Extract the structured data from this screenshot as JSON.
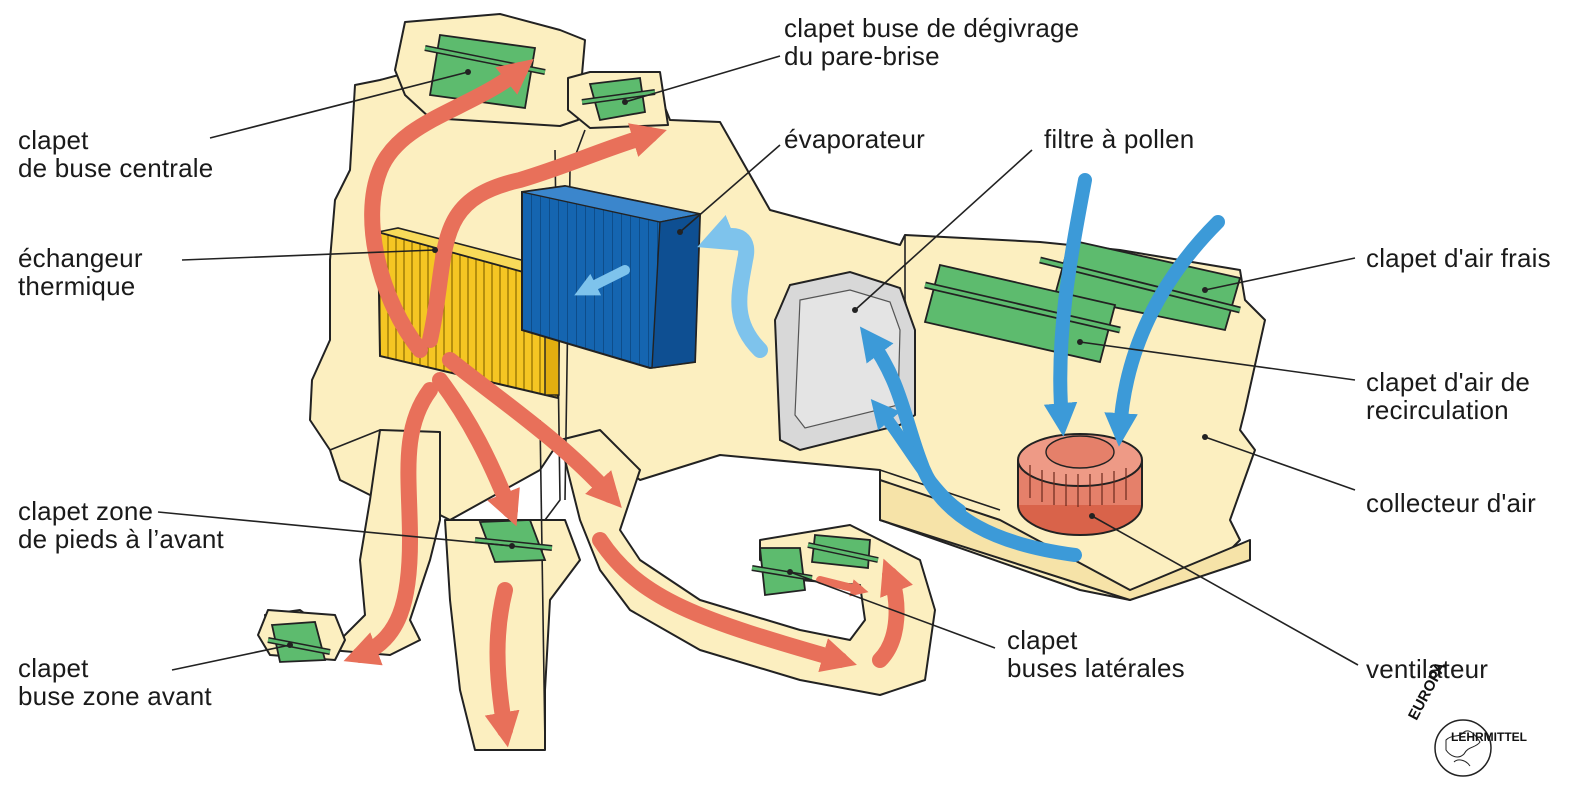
{
  "labels": {
    "central_nozzle": [
      "clapet",
      "de buse centrale"
    ],
    "defrost_nozzle": [
      "clapet buse de dégivrage",
      "du pare-brise"
    ],
    "evaporator": [
      "évaporateur"
    ],
    "pollen_filter": [
      "filtre à pollen"
    ],
    "heat_exchanger": [
      "échangeur",
      "thermique"
    ],
    "fresh_air": [
      "clapet d'air frais"
    ],
    "recirculation": [
      "clapet d'air de",
      "recirculation"
    ],
    "air_collector": [
      "collecteur d'air"
    ],
    "front_footwell": [
      "clapet zone",
      "de pieds à l’avant"
    ],
    "side_nozzles": [
      "clapet",
      "buses latérales"
    ],
    "fan": [
      "ventilateur"
    ],
    "front_zone_nozzle": [
      "clapet",
      "buse zone avant"
    ]
  },
  "logo": {
    "word1": "EUROPA",
    "word2": "LEHRMITTEL"
  },
  "colors": {
    "housing": "#FCEFC0",
    "hot_air": "#E8705A",
    "cold_air": "#3C9AD8",
    "flap": "#5DBB6E",
    "evaporator": "#1565B0",
    "heater_core": "#F5C623",
    "filter": "#D8D8D8",
    "fan": "#E5806A"
  }
}
